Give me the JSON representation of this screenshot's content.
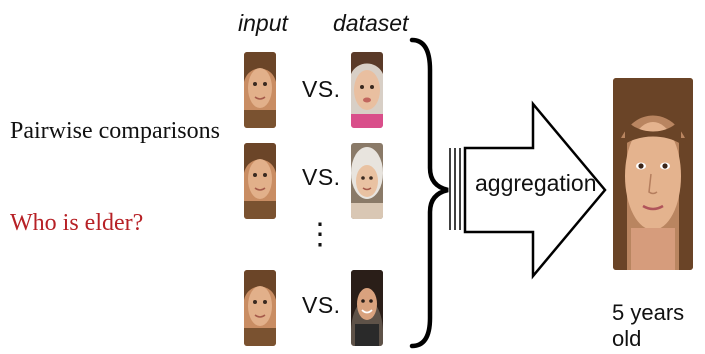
{
  "left": {
    "title": "Pairwise comparisons",
    "question": "Who is elder?",
    "question_color": "#b72126"
  },
  "columns": {
    "input_label": "input",
    "dataset_label": "dataset"
  },
  "comparisons": [
    {
      "separator": "VS.",
      "dataset_face": "young-child-face"
    },
    {
      "separator": "VS.",
      "dataset_face": "child-with-headscarf-face"
    },
    {
      "separator": "VS.",
      "dataset_face": "adult-woman-face"
    }
  ],
  "ellipsis": "⋮",
  "arrow": {
    "label": "aggregation"
  },
  "result": {
    "label": "5 years old",
    "face": "girl-face"
  }
}
